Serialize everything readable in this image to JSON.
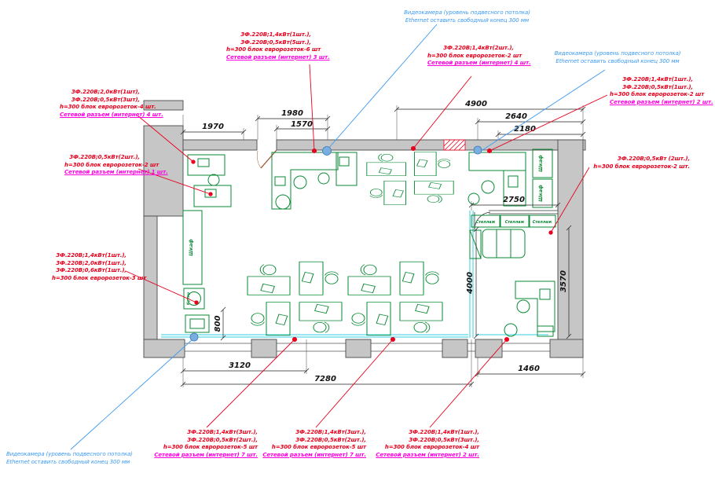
{
  "colors": {
    "furniture_green": "#0a8a35",
    "wall_gray": "#c6c6c6",
    "annotation_red": "#e8001c",
    "network_magenta": "#ff00e0",
    "camera_blue": "#3d9af0",
    "glazing_cyan": "#35cfe0",
    "dimension_black": "#111111"
  },
  "camera_note": {
    "line1": "Видеокамера (уровень подвесного потолка)",
    "line2": "Ethernet оставить свободный конец 300 мм"
  },
  "annotations": {
    "left_top": {
      "l1": "3Ф.220В;2,0кВт(1шт),",
      "l2": "3Ф.220В;0,5кВт(3шт),",
      "l3": "h=300 блок евророзеток-4 шт.",
      "net": "Сетевой разъем (интернет) 4 шт."
    },
    "left_mid": {
      "l1": "3Ф.220В;0,5кВт(2шт.),",
      "l2": "h=300 блок евророзеток-2 шт",
      "net": "Сетевой разъем (интернет) 1 шт."
    },
    "left_low": {
      "l1": "3Ф.220В;1,4кВт(1шт.),",
      "l2": "3Ф.220В;2,0кВт(1шт.),",
      "l3": "3Ф.220В;0,6кВт(1шт.),",
      "l4": "h=300 блок евророзеток-3 шт"
    },
    "top_center": {
      "l1": "3Ф.220В;1,4кВт(1шт.),",
      "l2": "3Ф.220В;0,5кВт(5шт.),",
      "l3": "h=300 блок евророзеток-6 шт",
      "net": "Сетевой разъем (интернет) 3 шт."
    },
    "top_mid": {
      "l1": "3Ф.220В;1,4кВт(2шт.),",
      "l2": "h=300 блок евророзеток-2 шт",
      "net": "Сетевой разъем (интернет) 4 шт."
    },
    "right_top": {
      "l1": "3Ф.220В;1,4кВт(1шт.),",
      "l2": "3Ф.220В;0,5кВт(1шт.),",
      "l3": "h=300 блок евророзеток-2 шт",
      "net": "Сетевой разъем (интернет) 2 шт."
    },
    "right_mid": {
      "l1": "3Ф.220В;0,5кВт (2шт.),",
      "l2": "h=300 блок евророзеток-2 шт."
    },
    "bottom_left": {
      "l1": "3Ф.220В;1,4кВт(3шт.),",
      "l2": "3Ф.220В;0,5кВт(2шт.),",
      "l3": "h=300 блок евророзеток-5 шт",
      "net": "Сетевой разъем (интернет) 7 шт."
    },
    "bottom_mid": {
      "l1": "3Ф.220В;1,4кВт(3шт.),",
      "l2": "3Ф.220В;0,5кВт(2шт.),",
      "l3": "h=300 блок евророзеток-5 шт",
      "net": "Сетевой разъем (интернет) 7 шт."
    },
    "bottom_right": {
      "l1": "3Ф.220В;1,4кВт(1шт.),",
      "l2": "3Ф.220В;0,5кВт(3шт.),",
      "l3": "h=300 блок евророзеток-4 шт",
      "net": "Сетевой разъем (интернет) 2 шт."
    }
  },
  "dimensions": {
    "top_left": "1970",
    "entry_outer": "1980",
    "entry_inner": "1570",
    "top_total": "4900",
    "top_mid": "2640",
    "top_inner": "2180",
    "meeting_width": "2750",
    "meeting_height": "4000",
    "right_height": "3570",
    "left_niche": "800",
    "bottom_left": "3120",
    "bottom_total": "7280",
    "bottom_right": "1460"
  },
  "labels": {
    "wardrobe": "Шкаф",
    "shelf": "Стеллаж",
    "cooler": "Кулер"
  }
}
